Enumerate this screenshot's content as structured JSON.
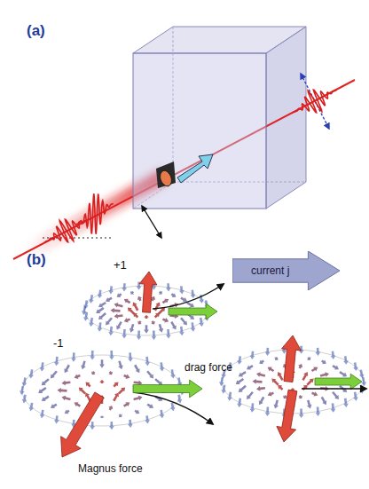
{
  "diagram": {
    "nodes": [
      {
        "text": [
          "current j"
        ]
      }
    ],
    "labels": [
      "(a)",
      "(b)",
      "+1",
      "-1",
      "drag force",
      "Magnus force"
    ]
  }
}
